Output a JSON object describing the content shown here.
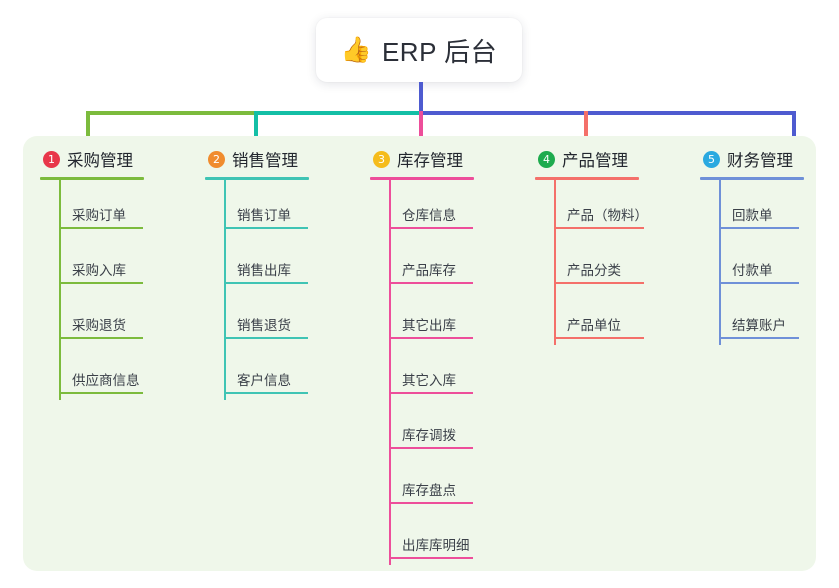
{
  "root": {
    "emoji": "👍",
    "emoji_name": "thumbs-up-icon",
    "title": "ERP 后台"
  },
  "theme": {
    "panel_bg": "#eff7ea",
    "page_bg": "#ffffff",
    "stem_color": "#4e5bd0",
    "bar_segments": [
      "#7cbb3d",
      "#14bfa6",
      "#4e5bd0"
    ]
  },
  "columns": [
    {
      "index": "1",
      "title": "采购管理",
      "badge_color": "#e8374a",
      "branch_color": "#7cbb3d",
      "items": [
        "采购订单",
        "采购入库",
        "采购退货",
        "供应商信息"
      ]
    },
    {
      "index": "2",
      "title": "销售管理",
      "badge_color": "#f08c2e",
      "branch_color": "#3fc4b4",
      "items": [
        "销售订单",
        "销售出库",
        "销售退货",
        "客户信息"
      ]
    },
    {
      "index": "3",
      "title": "库存管理",
      "badge_color": "#f5bc1c",
      "branch_color": "#ed4e9a",
      "items": [
        "仓库信息",
        "产品库存",
        "其它出库",
        "其它入库",
        "库存调拨",
        "库存盘点",
        "出库库明细"
      ]
    },
    {
      "index": "4",
      "title": "产品管理",
      "badge_color": "#1eab4e",
      "branch_color": "#f4706a",
      "items": [
        "产品（物料）",
        "产品分类",
        "产品单位"
      ]
    },
    {
      "index": "5",
      "title": "财务管理",
      "badge_color": "#2aa9e0",
      "branch_color": "#6f90d8",
      "items": [
        "回款单",
        "付款单",
        "结算账户"
      ]
    }
  ]
}
